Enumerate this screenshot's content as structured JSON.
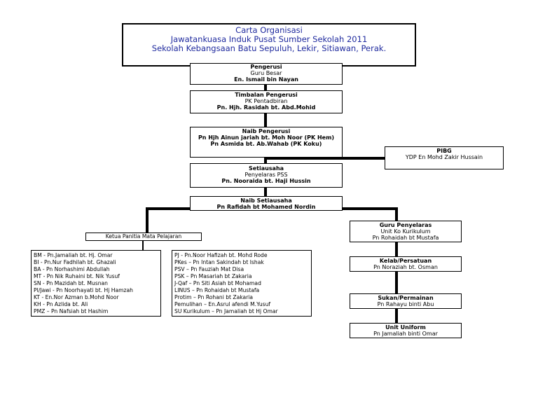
{
  "title": {
    "line1": "Carta Organisasi",
    "line2": "Jawatankuasa Induk Pusat Sumber Sekolah 2011",
    "line3": "Sekolah Kebangsaan Batu Sepuluh, Lekir, Sitiawan, Perak."
  },
  "pengerusi": {
    "heading": "Pengerusi",
    "role": "Guru Besar",
    "name": "En. Ismail bin Nayan"
  },
  "timbalan": {
    "heading": "Timbalan Pengerusi",
    "role": "PK Pentadbiran",
    "name": "Pn. Hjh. Rasidah bt. Abd.Mohid"
  },
  "naib_pengerusi": {
    "heading": "Naib Pengerusi",
    "name1": "Pn Hjh Ainun jariah bt. Moh Noor  (PK Hem)",
    "name2": "Pn Asmida bt. Ab.Wahab (PK Koku)"
  },
  "pibg": {
    "heading": "PIBG",
    "name": "YDP En Mohd Zakir Hussain"
  },
  "setiausaha": {
    "heading": "Setiausaha",
    "role": "Penyelaras PSS",
    "name": "Pn. Nooraida bt. Haji Hussin"
  },
  "naib_setiausaha": {
    "heading": "Naib Setiausaha",
    "name": "Pn Rafidah bt Mohamed Nordin"
  },
  "ketua_panitia": {
    "label": "Ketua Panitia Mata Pelajaran"
  },
  "panitia_left": [
    "BM  -  Pn.Jamaliah bt. Hj. Omar",
    "BI   -  Pn.Nur Fadhilah bt. Ghazali",
    "BA  -   Pn Norhashimi Abdullah",
    "MT  -  Pn Nik Ruhaini bt. Nik Yusuf",
    "SN  -  Pn Mazidah bt. Musnan",
    "PI/Jawi - Pn Noorhayati bt. Hj Hamzah",
    "KT  -  En.Nor Azman b.Mohd Noor",
    "KH  -  Pn Azlida bt. Ali",
    "PMZ – Pn Nafsiah bt Hashim"
  ],
  "panitia_right": [
    "PJ  -  Pn.Noor Hafizah bt. Mohd Rode",
    "PKes – Pn Intan Sakindah bt Ishak",
    "PSV  –  Pn Fauziah Mat Disa",
    "PSK  –  Pn Masariah bt Zakaria",
    "J-Qaf – Pn Siti Asiah bt Mohamad",
    "LINUS – Pn Rohaidah bt Mustafa",
    "Protim – Pn Rohani bt Zakaria",
    "Pemulihan – En.Asrul afendi M.Yusuf",
    "SU Kurikulum – Pn Jamaliah bt Hj Omar"
  ],
  "guru_penyelaras": {
    "heading": "Guru Penyelaras",
    "role": "Unit Ko Kurikulum",
    "name": "Pn Rohaidah bt Mustafa"
  },
  "kelab": {
    "heading": "Kelab/Persatuan",
    "name": "Pn Noraziah bt. Osman"
  },
  "sukan": {
    "heading": "Sukan/Permainan",
    "name": "Pn Rahayu binti Abu"
  },
  "uniform": {
    "heading": "Unit Uniform",
    "name": "Pn Jamaliah binti Omar"
  }
}
